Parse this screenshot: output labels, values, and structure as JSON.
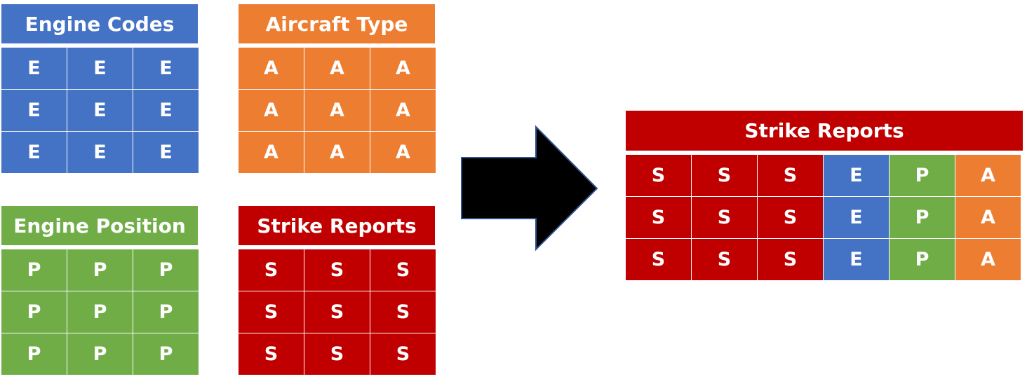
{
  "colors": {
    "engine": "#4472c4",
    "aircraft": "#ed7d31",
    "position": "#70ad47",
    "strike": "#c00000",
    "arrow": "#000000"
  },
  "tables": {
    "engine_codes": {
      "title": "Engine Codes",
      "color_key": "engine",
      "rows": [
        [
          "E",
          "E",
          "E"
        ],
        [
          "E",
          "E",
          "E"
        ],
        [
          "E",
          "E",
          "E"
        ]
      ]
    },
    "aircraft_type": {
      "title": "Aircraft Type",
      "color_key": "aircraft",
      "rows": [
        [
          "A",
          "A",
          "A"
        ],
        [
          "A",
          "A",
          "A"
        ],
        [
          "A",
          "A",
          "A"
        ]
      ]
    },
    "engine_position": {
      "title": "Engine Position",
      "color_key": "position",
      "rows": [
        [
          "P",
          "P",
          "P"
        ],
        [
          "P",
          "P",
          "P"
        ],
        [
          "P",
          "P",
          "P"
        ]
      ]
    },
    "strike_reports": {
      "title": "Strike Reports",
      "color_key": "strike",
      "rows": [
        [
          "S",
          "S",
          "S"
        ],
        [
          "S",
          "S",
          "S"
        ],
        [
          "S",
          "S",
          "S"
        ]
      ]
    }
  },
  "arrow": {
    "icon": "right-arrow-icon"
  },
  "result": {
    "title": "Strike Reports",
    "color_key": "strike",
    "column_colors": [
      "strike",
      "strike",
      "strike",
      "engine",
      "position",
      "aircraft"
    ],
    "rows": [
      [
        "S",
        "S",
        "S",
        "E",
        "P",
        "A"
      ],
      [
        "S",
        "S",
        "S",
        "E",
        "P",
        "A"
      ],
      [
        "S",
        "S",
        "S",
        "E",
        "P",
        "A"
      ]
    ]
  }
}
